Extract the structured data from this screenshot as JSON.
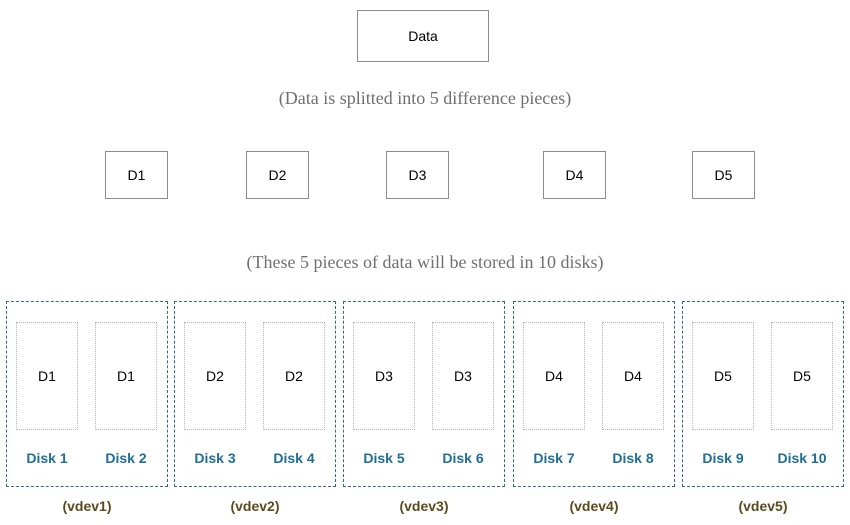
{
  "data_box": {
    "label": "Data"
  },
  "caption_split": "(Data is splitted into 5 difference pieces)",
  "pieces": [
    "D1",
    "D2",
    "D3",
    "D4",
    "D5"
  ],
  "caption_store": "(These 5 pieces of data will be stored in 10 disks)",
  "vdevs": [
    {
      "label": "(vdev1)",
      "disks": [
        {
          "content": "D1",
          "label": "Disk 1"
        },
        {
          "content": "D1",
          "label": "Disk 2"
        }
      ]
    },
    {
      "label": "(vdev2)",
      "disks": [
        {
          "content": "D2",
          "label": "Disk 3"
        },
        {
          "content": "D2",
          "label": "Disk 4"
        }
      ]
    },
    {
      "label": "(vdev3)",
      "disks": [
        {
          "content": "D3",
          "label": "Disk 5"
        },
        {
          "content": "D3",
          "label": "Disk 6"
        }
      ]
    },
    {
      "label": "(vdev4)",
      "disks": [
        {
          "content": "D4",
          "label": "Disk 7"
        },
        {
          "content": "D4",
          "label": "Disk 8"
        }
      ]
    },
    {
      "label": "(vdev5)",
      "disks": [
        {
          "content": "D5",
          "label": "Disk 9"
        },
        {
          "content": "D5",
          "label": "Disk 10"
        }
      ]
    }
  ],
  "colors": {
    "caption": "#6f6f6f",
    "vdev_border": "#2e6a8e",
    "disk_label": "#1f6e96",
    "vdev_label": "#5a4a1c"
  }
}
